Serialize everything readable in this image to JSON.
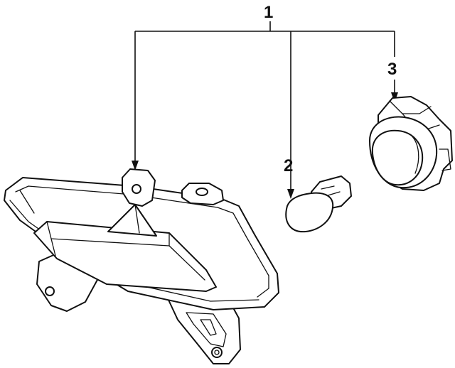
{
  "diagram": {
    "callouts": [
      {
        "id": "1",
        "label": "1"
      },
      {
        "id": "2",
        "label": "2"
      },
      {
        "id": "3",
        "label": "3"
      }
    ],
    "line_color": "#111111",
    "background": "#ffffff"
  }
}
